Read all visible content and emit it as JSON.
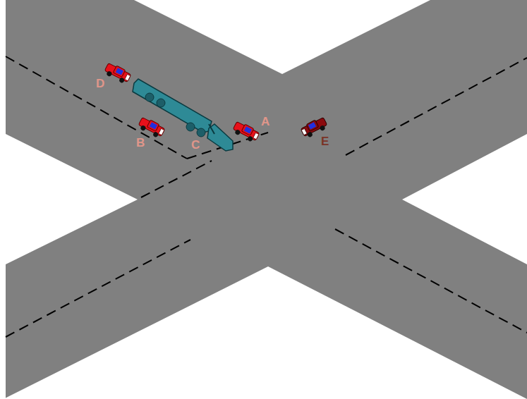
{
  "diagram": {
    "labels": [
      "D",
      "B",
      "C",
      "A",
      "E"
    ]
  }
}
